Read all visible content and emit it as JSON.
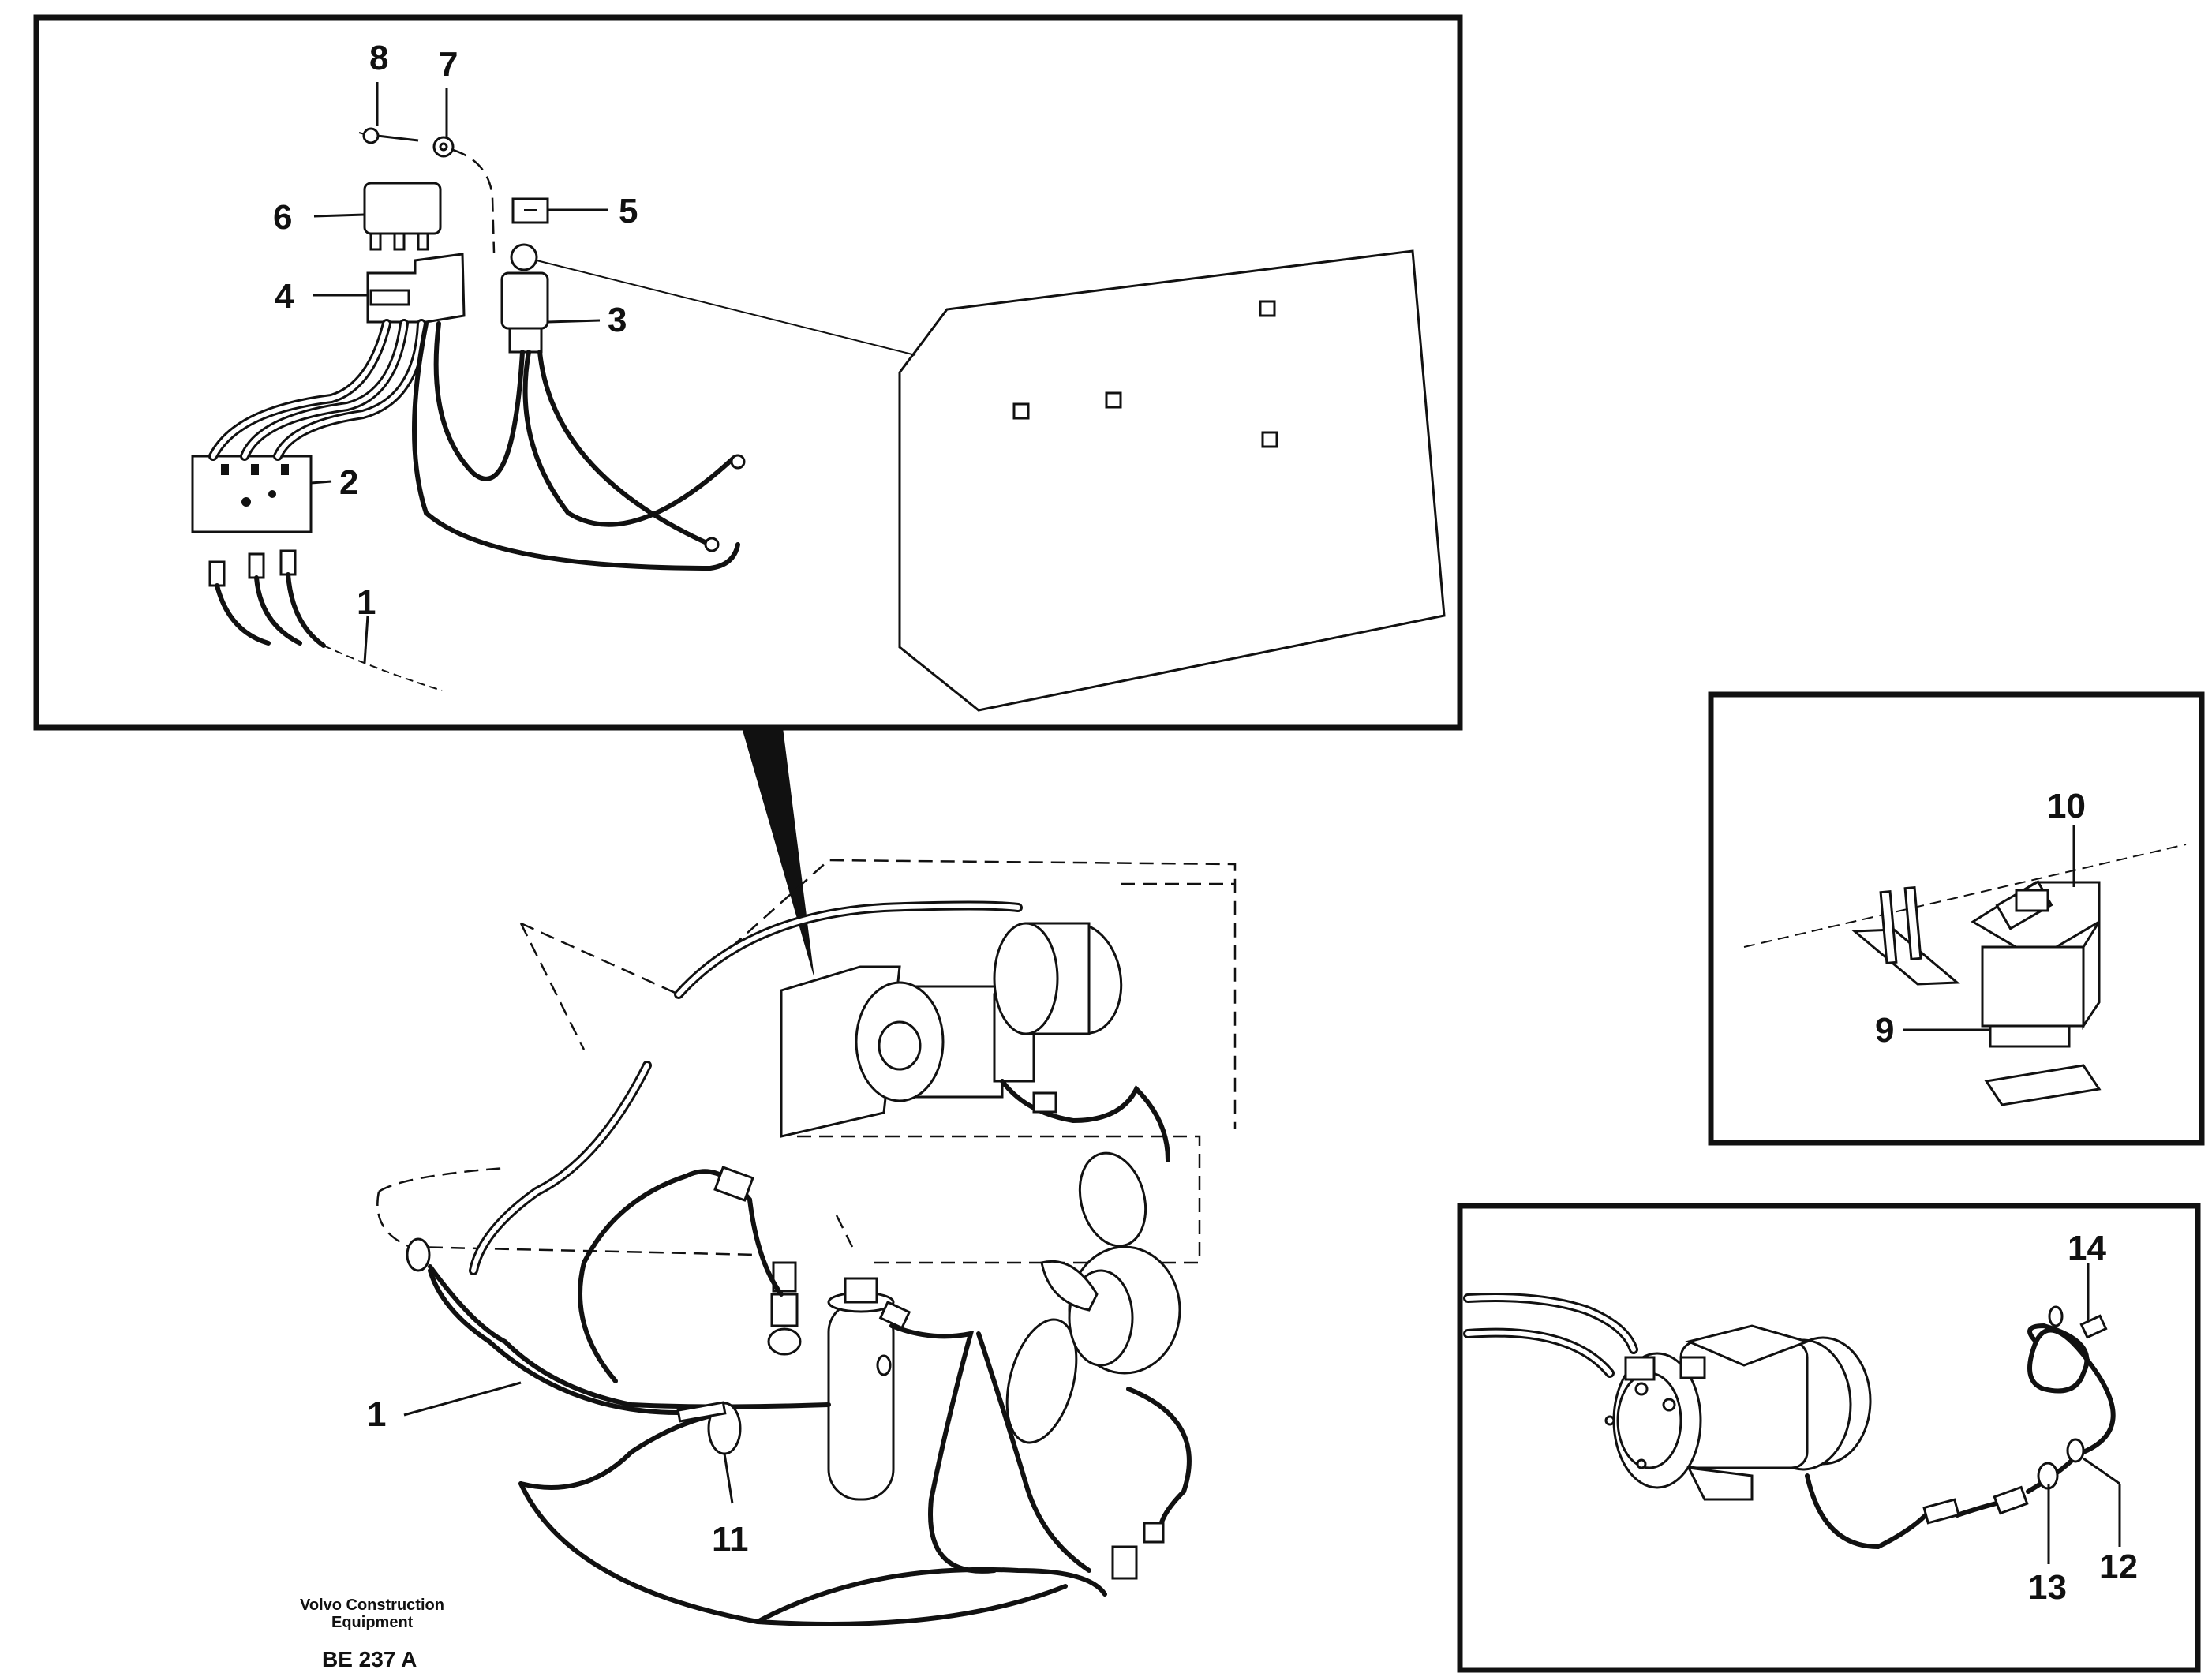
{
  "footer": {
    "publisher_line1": "Volvo Construction",
    "publisher_line2": "Equipment",
    "drawing_ref": "BE 237 A"
  },
  "callouts": {
    "p1": "1",
    "p2": "2",
    "p3": "3",
    "p4": "4",
    "p5": "5",
    "p6": "6",
    "p7": "7",
    "p8": "8",
    "p9": "9",
    "p10": "10",
    "p11": "11",
    "p12": "12",
    "p13": "13",
    "p14": "14"
  }
}
